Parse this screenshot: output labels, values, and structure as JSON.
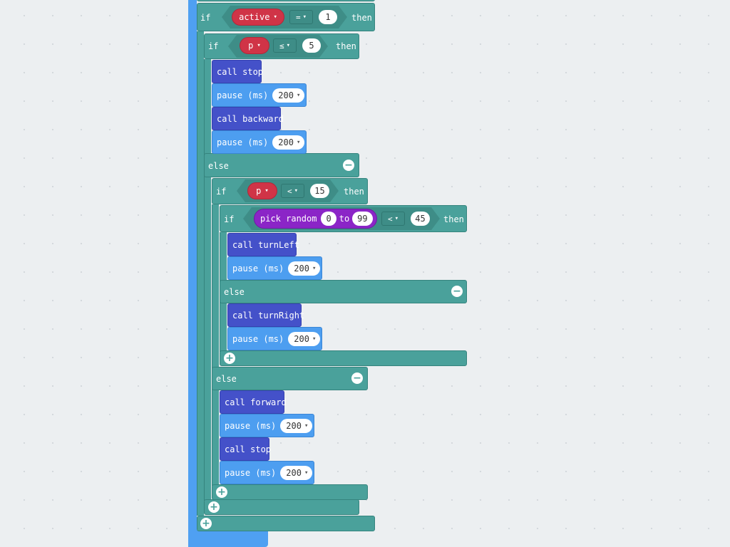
{
  "keywords": {
    "if": "if",
    "then": "then",
    "else": "else",
    "to": "to"
  },
  "outer_if": {
    "variable": "active",
    "operator": "=",
    "value": "1"
  },
  "p_le": {
    "variable": "p",
    "operator": "≤",
    "value": "5"
  },
  "p_lt": {
    "variable": "p",
    "operator": "<",
    "value": "15"
  },
  "random_if": {
    "label": "pick random",
    "from": "0",
    "to_value": "99",
    "operator": "<",
    "value": "45"
  },
  "blocks": {
    "call_stop": "call stop",
    "call_backward": "call backward",
    "call_turnleft": "call turnLeft",
    "call_turnright": "call turnRight",
    "call_forward": "call forward",
    "pause_label": "pause (ms)",
    "pause_value": "200"
  },
  "icons": {
    "minus": "−",
    "plus": "+",
    "caret": "▾"
  }
}
